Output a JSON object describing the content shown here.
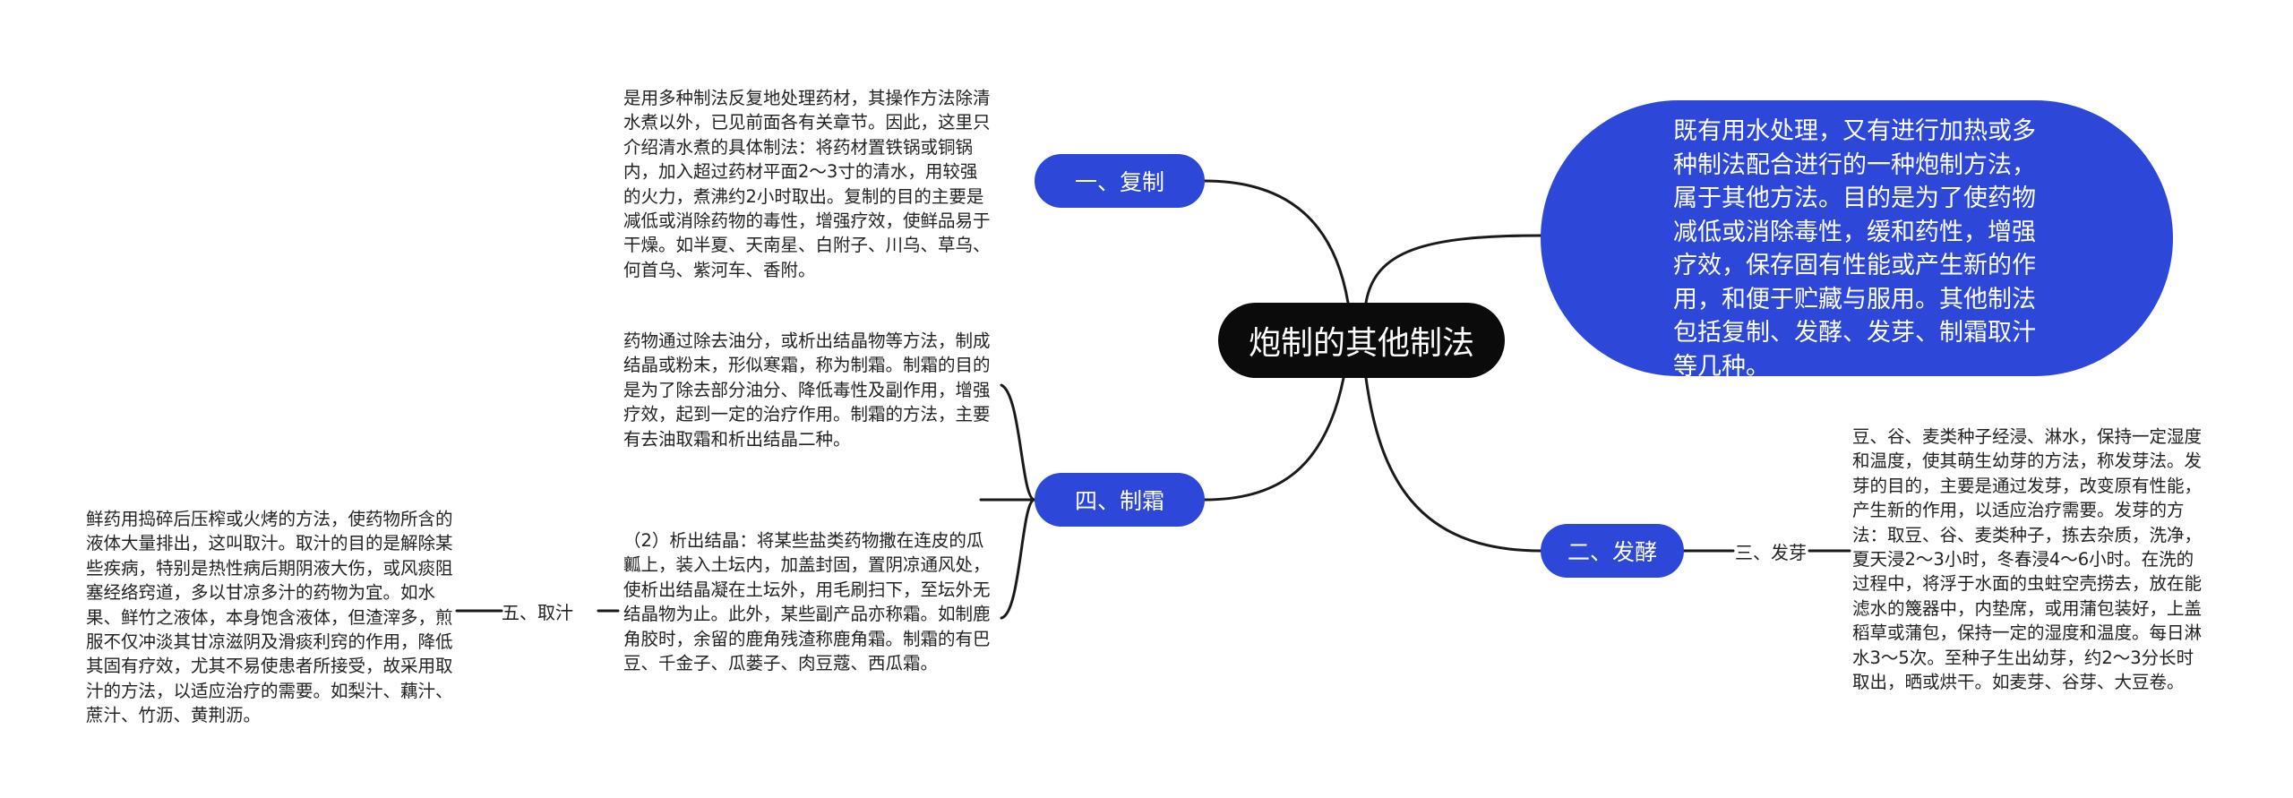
{
  "root": {
    "label": "炮制的其他制法"
  },
  "summary": {
    "text": "既有用水处理，又有进行加热或多种制法配合进行的一种炮制方法，属于其他方法。目的是为了使药物减低或消除毒性，缓和药性，增强疗效，保存固有性能或产生新的作用，和便于贮藏与服用。其他制法包括复制、发酵、发芽、制霜取汁等几种。"
  },
  "branches": {
    "fuzhi": {
      "label": "一、复制",
      "text": "是用多种制法反复地处理药材，其操作方法除清水煮以外，已见前面各有关章节。因此，这里只介绍清水煮的具体制法：将药材置铁锅或铜锅内，加入超过药材平面2～3寸的清水，用较强的火力，煮沸约2小时取出。复制的目的主要是减低或消除药物的毒性，增强疗效，使鲜品易于干燥。如半夏、天南星、白附子、川乌、草乌、何首乌、紫河车、香附。"
    },
    "zhishuang": {
      "label": "四、制霜",
      "text1": "药物通过除去油分，或析出结晶物等方法，制成结晶或粉末，形似寒霜，称为制霜。制霜的目的是为了除去部分油分、降低毒性及副作用，增强疗效，起到一定的治疗作用。制霜的方法，主要有去油取霜和析出结晶二种。",
      "text2": "（2）析出结晶：将某些盐类药物撒在连皮的瓜瓤上，装入土坛内，加盖封固，置阴凉通风处，使析出结晶凝在土坛外，用毛刷扫下，至坛外无结晶物为止。此外，某些副产品亦称霜。如制鹿角胶时，余留的鹿角残渣称鹿角霜。制霜的有巴豆、千金子、瓜蒌子、肉豆蔻、西瓜霜。"
    },
    "quzhi": {
      "label": "五、取汁",
      "text": "鲜药用捣碎后压榨或火烤的方法，使药物所含的液体大量排出，这叫取汁。取汁的目的是解除某些疾病，特别是热性病后期阴液大伤，或风痰阻塞经络窍道，多以甘凉多汁的药物为宜。如水果、鲜竹之液体，本身饱含液体，但渣滓多，煎服不仅冲淡其甘凉滋阴及滑痰利窍的作用，降低其固有疗效，尤其不易使患者所接受，故采用取汁的方法，以适应治疗的需要。如梨汁、藕汁、蔗汁、竹沥、黄荆沥。"
    },
    "fajiao": {
      "label": "二、发酵",
      "sub_label": "三、发芽",
      "text": "豆、谷、麦类种子经浸、淋水，保持一定湿度和温度，使其萌生幼芽的方法，称发芽法。发芽的目的，主要是通过发芽，改变原有性能，产生新的作用，以适应治疗需要。发芽的方法：取豆、谷、麦类种子，拣去杂质，洗净，夏天浸2～3小时，冬春浸4～6小时。在洗的过程中，将浮于水面的虫蛀空壳捞去，放在能滤水的篾器中，内垫席，或用蒲包装好，上盖稻草或蒲包，保持一定的湿度和温度。每日淋水3～5次。至种子生出幼芽，约2～3分长时取出，晒或烘干。如麦芽、谷芽、大豆卷。"
    }
  },
  "colors": {
    "accent": "#2d47d8",
    "root_bg": "#0b0b0b",
    "line": "#1a1a1a"
  }
}
